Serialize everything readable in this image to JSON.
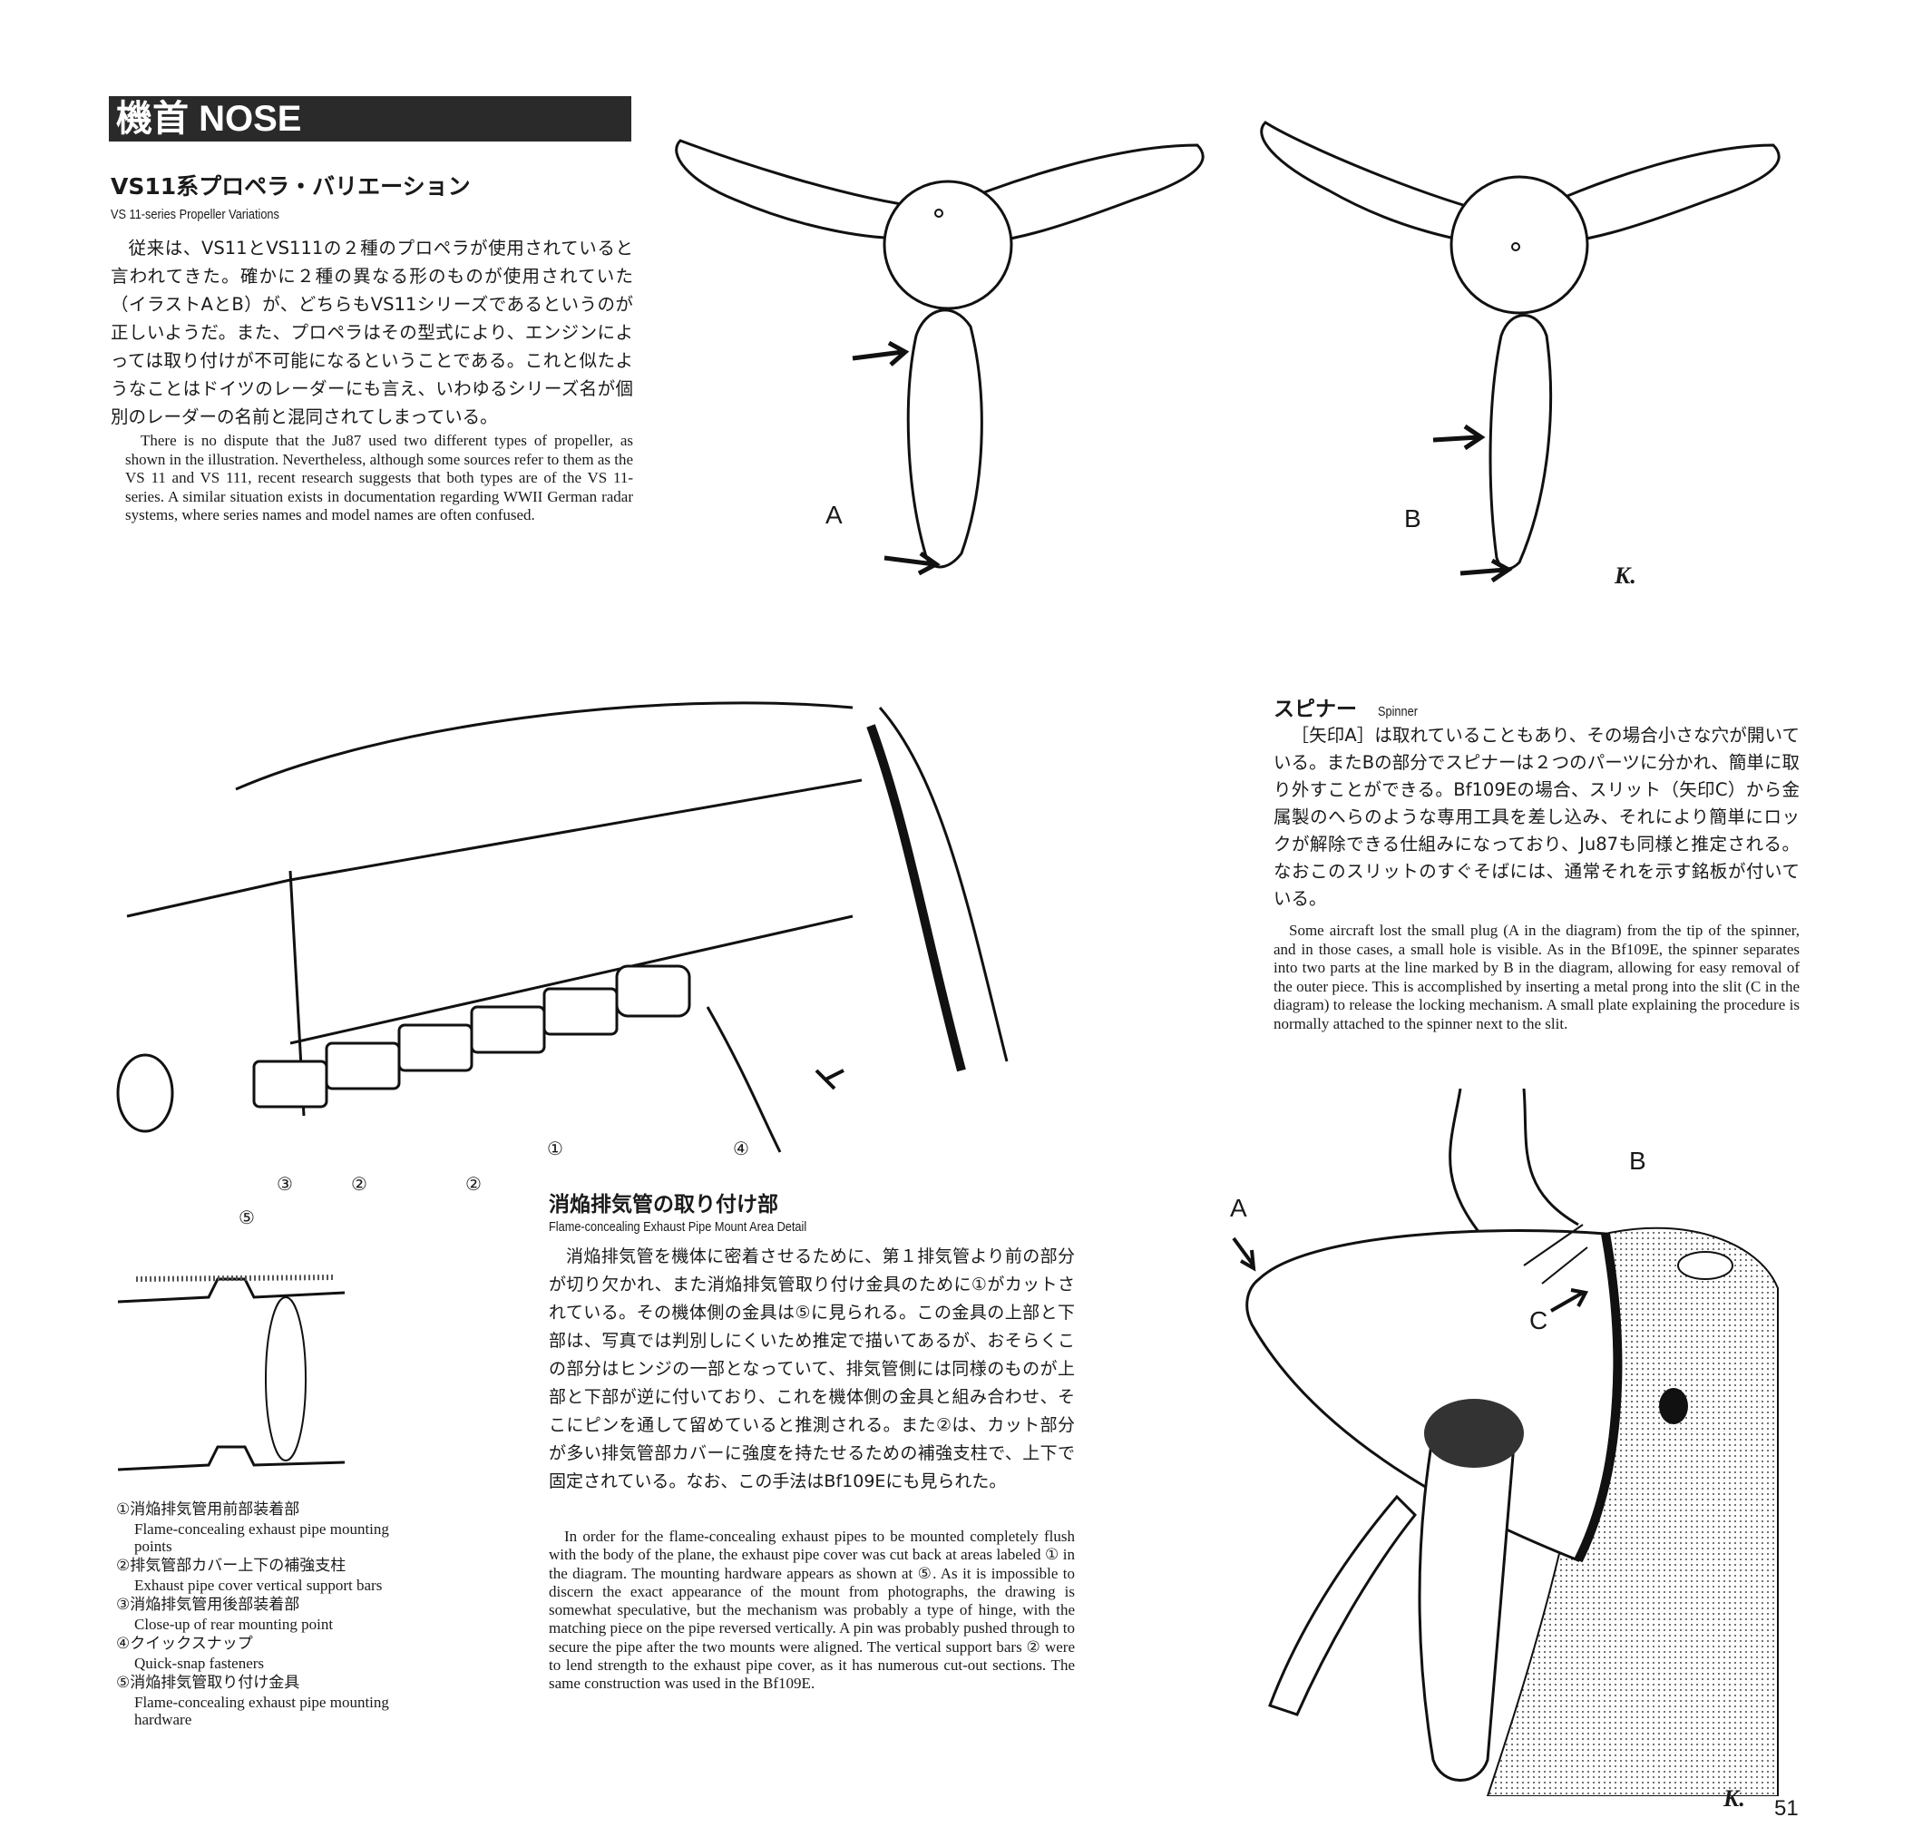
{
  "header": {
    "title": "機首 NOSE"
  },
  "propeller_section": {
    "title": "VS11系プロペラ・バリエーション",
    "subtitle": "VS 11-series Propeller Variations",
    "body_jp": "従来は、VS11とVS111の２種のプロペラが使用されていると言われてきた。確かに２種の異なる形のものが使用されていた（イラストAとB）が、どちらもVS11シリーズであるというのが正しいようだ。また、プロペラはその型式により、エンジンによっては取り付けが不可能になるということである。これと似たようなことはドイツのレーダーにも言え、いわゆるシリーズ名が個別のレーダーの名前と混同されてしまっている。",
    "body_en": "There is no dispute that the Ju87 used two different types of propeller, as shown in the illustration. Nevertheless, although some sources refer to them as the VS 11 and VS 111, recent research suggests that both types are of the VS 11-series. A similar situation exists in documentation regarding WWII German radar systems, where series names and model names are often confused.",
    "label_a": "A",
    "label_b": "B"
  },
  "spinner_section": {
    "title": "スピナー",
    "subtitle": "Spinner",
    "body_jp": "［矢印A］は取れていることもあり、その場合小さな穴が開いている。またBの部分でスピナーは２つのパーツに分かれ、簡単に取り外すことができる。Bf109Eの場合、スリット（矢印C）から金属製のへらのような専用工具を差し込み、それにより簡単にロックが解除できる仕組みになっており、Ju87も同様と推定される。なおこのスリットのすぐそばには、通常それを示す銘板が付いている。",
    "body_en": "Some aircraft lost the small plug (A in the diagram) from the tip of the spinner, and in those cases, a small hole is visible. As in the Bf109E, the spinner separates into two parts at the line marked by B in the diagram, allowing for easy removal of the outer piece. This is accomplished by inserting a metal prong into the slit (C in the diagram) to release the locking mechanism. A small plate explaining the procedure is normally attached to the spinner next to the slit.",
    "labels": [
      "A",
      "B",
      "C"
    ]
  },
  "exhaust_section": {
    "title": "消焔排気管の取り付け部",
    "subtitle": "Flame-concealing Exhaust Pipe Mount Area Detail",
    "body_jp": "消焔排気管を機体に密着させるために、第１排気管より前の部分が切り欠かれ、また消焔排気管取り付け金具のために①がカットされている。その機体側の金具は⑤に見られる。この金具の上部と下部は、写真では判別しにくいため推定で描いてあるが、おそらくこの部分はヒンジの一部となっていて、排気管側には同様のものが上部と下部が逆に付いており、これを機体側の金具と組み合わせ、そこにピンを通して留めていると推測される。また②は、カット部分が多い排気管部カバーに強度を持たせるための補強支柱で、上下で固定されている。なお、この手法はBf109Eにも見られた。",
    "body_en": "In order for the flame-concealing exhaust pipes to be mounted completely flush with the body of the plane, the exhaust pipe cover was cut back at areas labeled ① in the diagram. The mounting hardware appears as shown at ⑤. As it is impossible to discern the exact appearance of the mount from photographs, the drawing is somewhat speculative, but the mechanism was probably a type of hinge, with the matching piece on the pipe reversed vertically. A pin was probably pushed through to secure the pipe after the two mounts were aligned. The vertical support bars ② were to lend strength to the exhaust pipe cover, as it has numerous cut-out sections. The same construction was used in the Bf109E.",
    "callouts": [
      "③",
      "②",
      "②",
      "①",
      "④",
      "⑤"
    ]
  },
  "legend": [
    {
      "jp": "①消焔排気管用前部装着部",
      "en": "Flame-concealing exhaust pipe mounting points"
    },
    {
      "jp": "②排気管部カバー上下の補強支柱",
      "en": "Exhaust pipe cover vertical support bars"
    },
    {
      "jp": "③消焔排気管用後部装着部",
      "en": "Close-up of rear mounting point"
    },
    {
      "jp": "④クイックスナップ",
      "en": "Quick-snap fasteners"
    },
    {
      "jp": "⑤消焔排気管取り付け金具",
      "en": "Flame-concealing exhaust pipe mounting hardware"
    }
  ],
  "signature": "K.",
  "page_number": "51"
}
